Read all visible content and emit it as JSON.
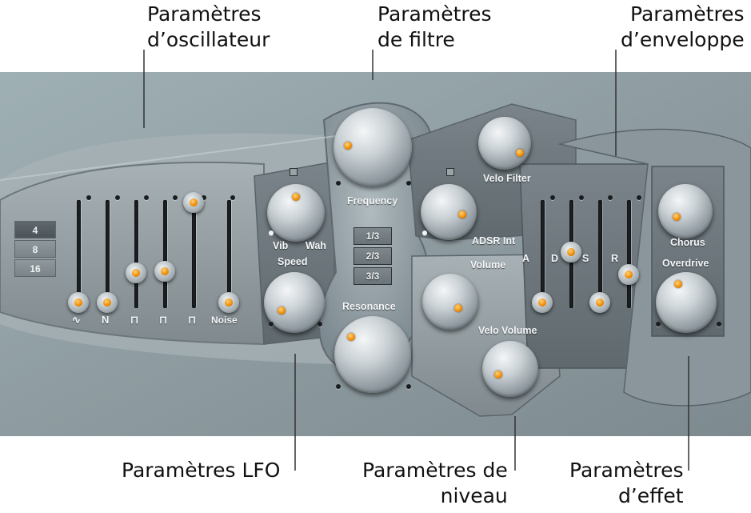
{
  "callouts": {
    "oscillator": [
      "Paramètres",
      "d’oscillateur"
    ],
    "filter": [
      "Paramètres",
      "de filtre"
    ],
    "envelope": [
      "Paramètres",
      "d’enveloppe"
    ],
    "lfo": [
      "Paramètres LFO"
    ],
    "level": [
      "Paramètres de",
      "niveau"
    ],
    "effect": [
      "Paramètres",
      "d’effet"
    ]
  },
  "oscillator": {
    "octave_buttons": [
      "4",
      "8",
      "16"
    ],
    "selected_octave": "4",
    "waveforms": [
      "∿",
      "N",
      "⊓",
      "⊓",
      "⊓",
      "Noise"
    ]
  },
  "lfo": {
    "vib_label": "Vib",
    "wah_label": "Wah",
    "speed_label": "Speed"
  },
  "filter": {
    "frequency_label": "Frequency",
    "resonance_label": "Resonance",
    "slope_buttons": [
      "1/3",
      "2/3",
      "3/3"
    ]
  },
  "mod": {
    "velo_filter_label": "Velo Filter",
    "adsr_int_label": "ADSR Int"
  },
  "level": {
    "volume_label": "Volume",
    "velo_volume_label": "Velo Volume"
  },
  "envelope": {
    "labels": [
      "A",
      "D",
      "S",
      "R"
    ]
  },
  "effect": {
    "chorus_label": "Chorus",
    "overdrive_label": "Overdrive"
  },
  "colors": {
    "panel": "#9aa5aa",
    "panel_dark": "#6f7a80",
    "accent": "#f08a00"
  }
}
